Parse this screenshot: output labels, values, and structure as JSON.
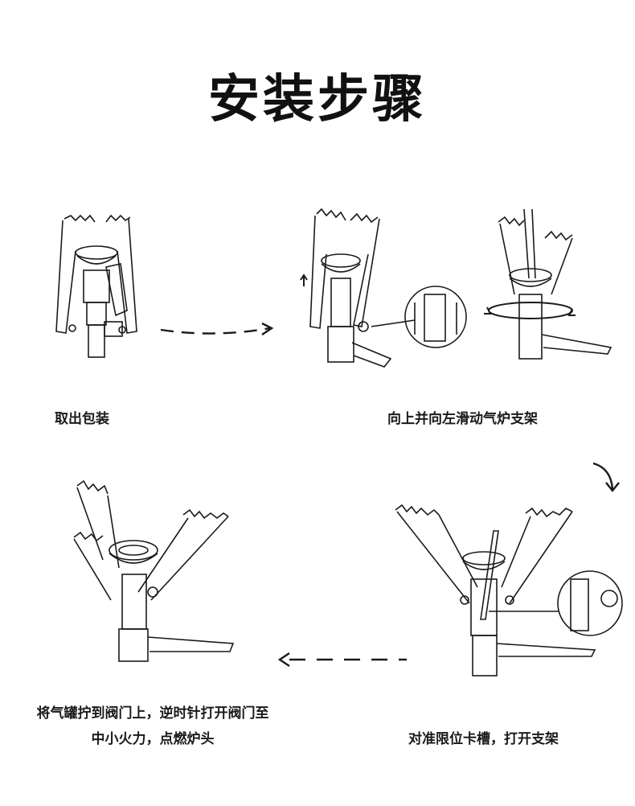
{
  "title": "安装步骤",
  "steps": [
    {
      "caption": "取出包装"
    },
    {
      "caption": "向上并向左滑动气炉支架"
    },
    {
      "caption": "对准限位卡槽，打开支架"
    },
    {
      "caption_line1": "将气罐拧到阀门上，逆时针打开阀门至",
      "caption_line2": "中小火力，点燃炉头"
    }
  ],
  "colors": {
    "ink": "#1a1a1a",
    "background": "#ffffff"
  },
  "icons": [
    "stove-folded-icon",
    "stove-sliding-icon",
    "stove-unfolded-icon",
    "stove-open-icon",
    "detail-zoom-icon",
    "arrow-icon",
    "rotate-icon"
  ]
}
